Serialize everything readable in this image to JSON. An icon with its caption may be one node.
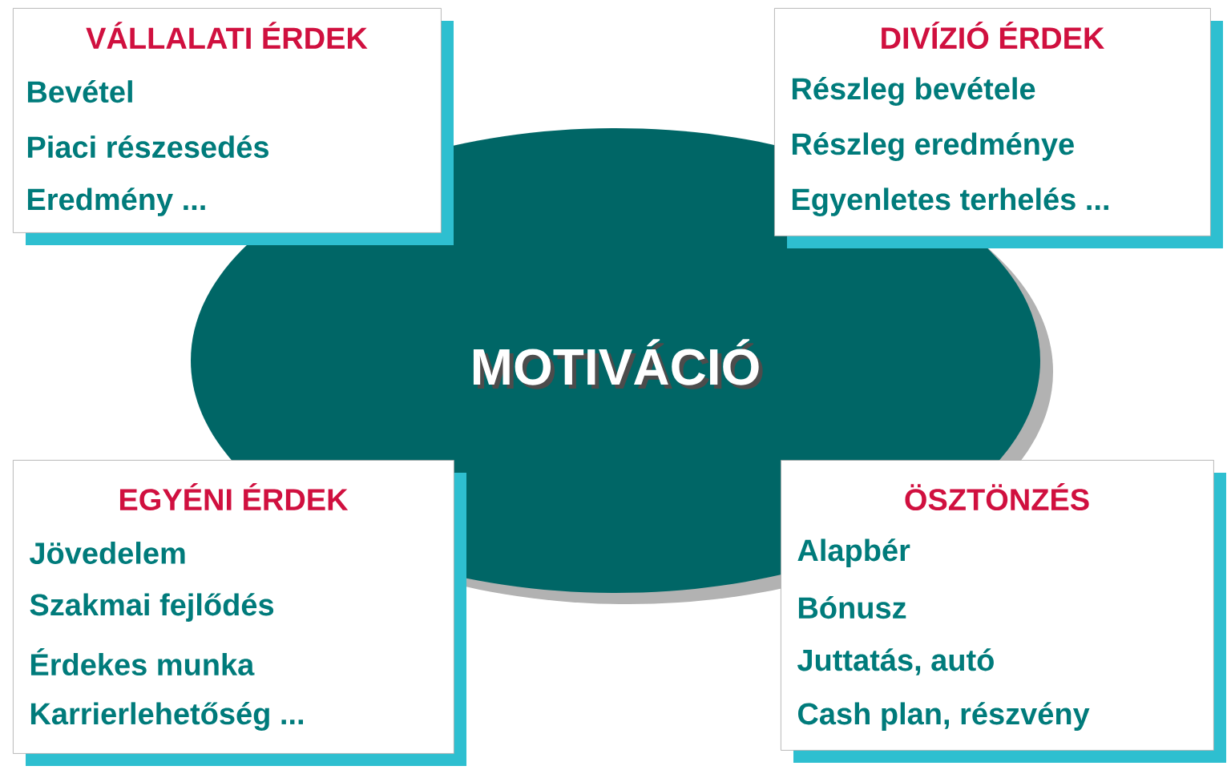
{
  "diagram": {
    "nodes": [
      {
        "text": [
          "MOTIVÁCIÓ"
        ]
      },
      {
        "text": [
          "VÁLLALATI ÉRDEK",
          "Bevétel",
          "Piaci részesedés",
          "Eredmény ..."
        ]
      },
      {
        "text": [
          "DIVÍZIÓ ÉRDEK",
          "Részleg bevétele",
          "Részleg eredménye",
          "Egyenletes terhelés ..."
        ]
      },
      {
        "text": [
          "EGYÉNI ÉRDEK",
          "Jövedelem",
          "Szakmai fejlődés",
          "Érdekes munka",
          "Karrierlehetőség ..."
        ]
      },
      {
        "text": [
          "ÖSZTÖNZÉS",
          "Alapbér",
          "Bónusz",
          "Juttatás, autó",
          "Cash plan, részvény"
        ]
      }
    ]
  }
}
